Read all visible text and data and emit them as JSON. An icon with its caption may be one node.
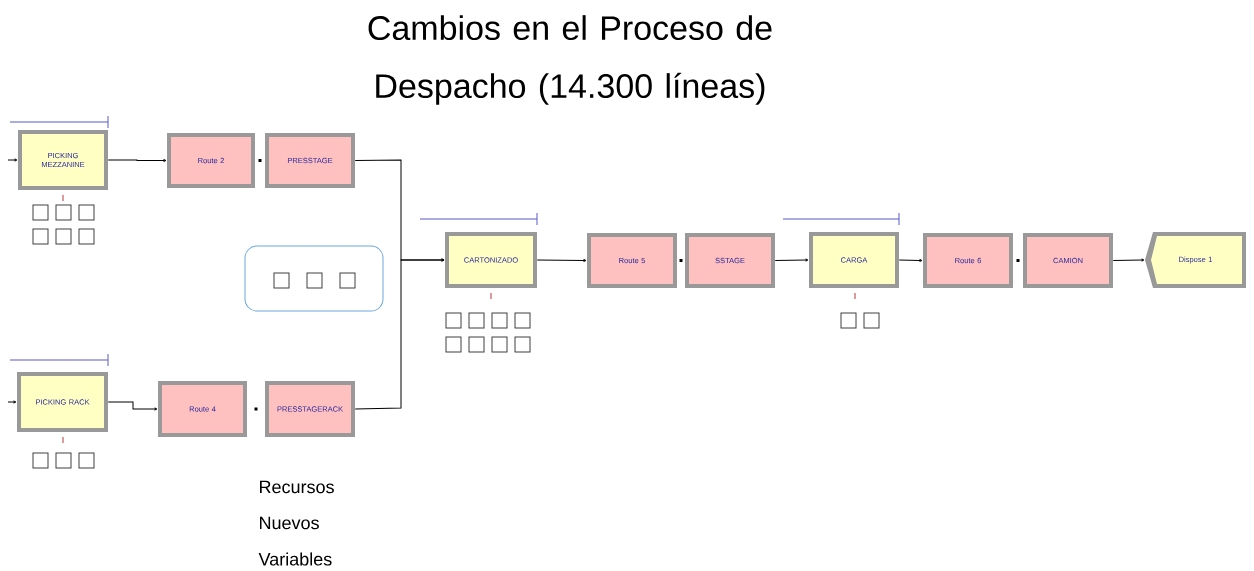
{
  "diagram": {
    "title": "Cambios en el Proceso de Despacho (14.300 líneas)",
    "nodes": [
      {
        "text": [
          "PICKING MEZZANINE"
        ]
      },
      {
        "text": [
          "Route 2"
        ]
      },
      {
        "text": [
          "PRESSTAGE"
        ]
      },
      {
        "text": [
          "PICKING RACK"
        ]
      },
      {
        "text": [
          "Route 4"
        ]
      },
      {
        "text": [
          "PRESSTAGERACK"
        ]
      },
      {
        "text": [
          "CARTONIZADO"
        ]
      },
      {
        "text": [
          "Route 5"
        ]
      },
      {
        "text": [
          "SSTAGE"
        ]
      },
      {
        "text": [
          "CARGA"
        ]
      },
      {
        "text": [
          "Route 6"
        ]
      },
      {
        "text": [
          "CAMION"
        ]
      },
      {
        "text": [
          "Dispose 1"
        ]
      }
    ],
    "edges": [
      {
        "from": null,
        "to": 0,
        "arrow": "to"
      },
      {
        "from": 0,
        "to": 1,
        "arrow": "to"
      },
      {
        "from": 2,
        "to": 6,
        "arrow": "to"
      },
      {
        "from": null,
        "to": 3,
        "arrow": "to"
      },
      {
        "from": 3,
        "to": 4,
        "arrow": "to"
      },
      {
        "from": 5,
        "to": 6,
        "arrow": "to"
      },
      {
        "from": 6,
        "to": 7,
        "arrow": "to"
      },
      {
        "from": 8,
        "to": 9,
        "arrow": "to"
      },
      {
        "from": 9,
        "to": 10,
        "arrow": "to"
      },
      {
        "from": 11,
        "to": 12,
        "arrow": "to"
      }
    ],
    "labels": [
      "Recursos",
      "Nuevos",
      "Variables"
    ]
  }
}
